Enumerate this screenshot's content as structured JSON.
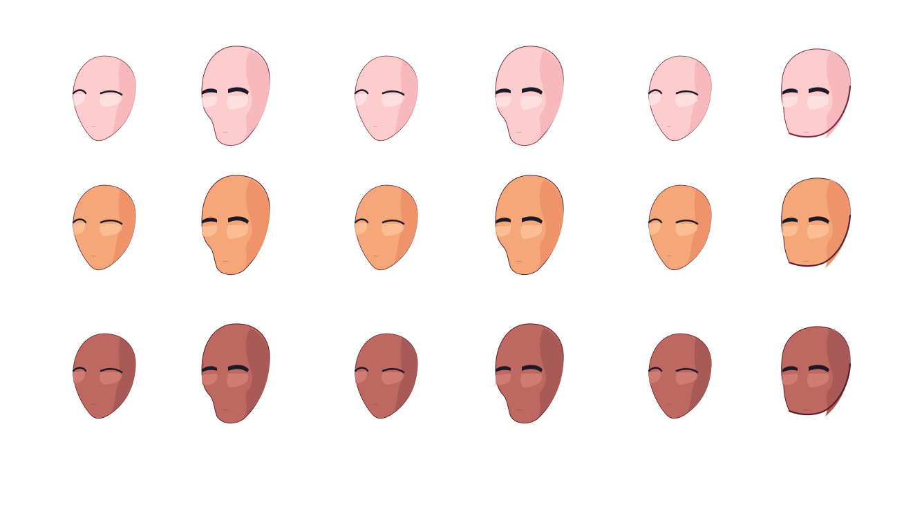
{
  "face_picker": {
    "skin_tones": [
      {
        "name": "light",
        "base": "#fdcccd",
        "shade": "#f7b9bb",
        "cheek": "#ffe6e6",
        "outline": "#7a2a3c"
      },
      {
        "name": "medium",
        "base": "#f6a77a",
        "shade": "#ef936a",
        "cheek": "#ffc49c",
        "outline": "#5a2230"
      },
      {
        "name": "dark",
        "base": "#bd6962",
        "shade": "#a95a56",
        "cheek": "#d8837a",
        "outline": "#5a1a25"
      }
    ],
    "face_shapes": [
      {
        "name": "round-soft",
        "variant": "small"
      },
      {
        "name": "oval-angular",
        "variant": "large"
      },
      {
        "name": "round-soft",
        "variant": "small"
      },
      {
        "name": "oval-angular",
        "variant": "large"
      },
      {
        "name": "round-soft",
        "variant": "small"
      },
      {
        "name": "square-jaw",
        "variant": "large"
      }
    ],
    "eyebrow_color": "#1c1a2a"
  }
}
